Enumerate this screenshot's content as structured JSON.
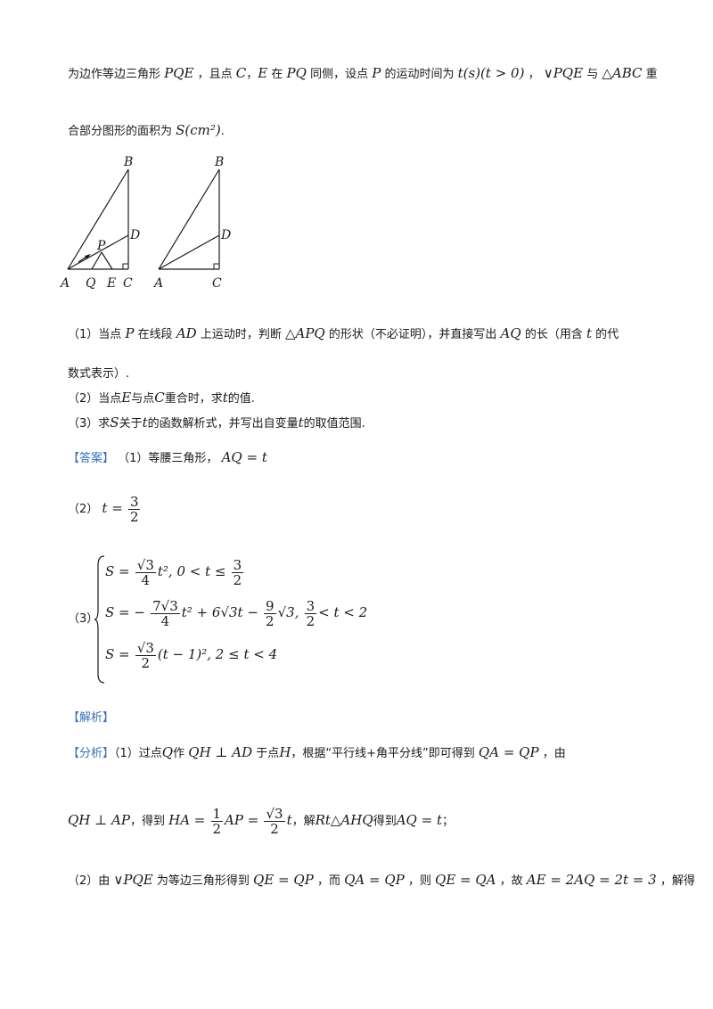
{
  "intro": {
    "l1_a": "为边作等边三角形",
    "l1_pqe": "PQE",
    "l1_b": "，且点",
    "l1_c": "C",
    "l1_comma": "，",
    "l1_e": "E",
    "l1_c2": "在",
    "l1_pq": "PQ",
    "l1_d": "同侧，设点",
    "l1_p": "P",
    "l1_e2": "的运动时间为",
    "l1_time": "t(s)(t > 0)",
    "l1_f": "，",
    "l1_vpqe": "∨PQE",
    "l1_g": "与",
    "l1_abc": "△ABC",
    "l1_h": "重",
    "l2_a": "合部分图形的面积为",
    "l2_s": "S(cm²)",
    "l2_b": "."
  },
  "figures": {
    "left_labels": {
      "A": "A",
      "B": "B",
      "C": "C",
      "D": "D",
      "P": "P",
      "Q": "Q",
      "E": "E"
    },
    "right_labels": {
      "A": "A",
      "B": "B",
      "C": "C",
      "D": "D"
    }
  },
  "questions": [
    {
      "a": "（1）当点",
      "p": "P",
      "b": "在线段",
      "ad": "AD",
      "c": "上运动时，判断",
      "apq": "△APQ",
      "d": "的形状（不必证明），并直接写出",
      "aq": "AQ",
      "e": "的长（用含",
      "t": "t",
      "f": "的代",
      "cont": "数式表示）."
    },
    {
      "text_a": "（2）当点",
      "e": "E",
      "text_b": "与点",
      "c": "C",
      "text_c": "重合时，求",
      "t": "t",
      "text_d": "的值."
    },
    {
      "text_a": "（3）求",
      "s": "S",
      "text_b": "关于",
      "t": "t",
      "text_c": "的函数解析式，并写出自变量",
      "t2": "t",
      "text_d": "的取值范围."
    }
  ],
  "answer": {
    "tag": "【答案】",
    "a1": "（1）等腰三角形，",
    "a1_expr": "AQ = t",
    "a2": "（2）",
    "a2_t": "t =",
    "a2_num": "3",
    "a2_den": "2",
    "a3": "（3）",
    "p1_s": "S =",
    "p1_num": "√3",
    "p1_den": "4",
    "p1_rest": "t², 0 < t ≤",
    "p1_num2": "3",
    "p1_den2": "2",
    "p2_s": "S = −",
    "p2_num": "7√3",
    "p2_den": "4",
    "p2_mid": "t² + 6√3t −",
    "p2_num2": "9",
    "p2_den2": "2",
    "p2_mid2": "√3,",
    "p2_num3": "3",
    "p2_den3": "2",
    "p2_rest": "< t < 2",
    "p3_s": "S =",
    "p3_num": "√3",
    "p3_den": "2",
    "p3_rest": "(t − 1)², 2 ≤ t < 4"
  },
  "analysis": {
    "tag": "【解析】",
    "fx_tag": "【分析】",
    "l1_a": "（1）过点",
    "l1_q": "Q",
    "l1_b": "作",
    "l1_qh": "QH ⊥ AD",
    "l1_c": "于点",
    "l1_h": "H",
    "l1_d": "，根据“平行线+角平分线”即可得到",
    "l1_qa": "QA = QP",
    "l1_e": "，由",
    "l2_qh": "QH ⊥ AP",
    "l2_a": "，得到",
    "l2_ha": "HA =",
    "l2_n1": "1",
    "l2_d1": "2",
    "l2_ap": "AP =",
    "l2_n2": "√3",
    "l2_d2": "2",
    "l2_t": "t",
    "l2_b": "，解",
    "l2_rt": "Rt△AHQ",
    "l2_c": "得到",
    "l2_aq": "AQ = t",
    "l2_d": "；",
    "l3_a": "（2）由",
    "l3_v": "∨PQE",
    "l3_b": "为等边三角形得到",
    "l3_qe": "QE = QP",
    "l3_c": "，而",
    "l3_qa": "QA = QP",
    "l3_d": "，则",
    "l3_qeqa": "QE = QA",
    "l3_e": "，故",
    "l3_ae": "AE = 2AQ = 2t = 3",
    "l3_f": "，解得"
  }
}
